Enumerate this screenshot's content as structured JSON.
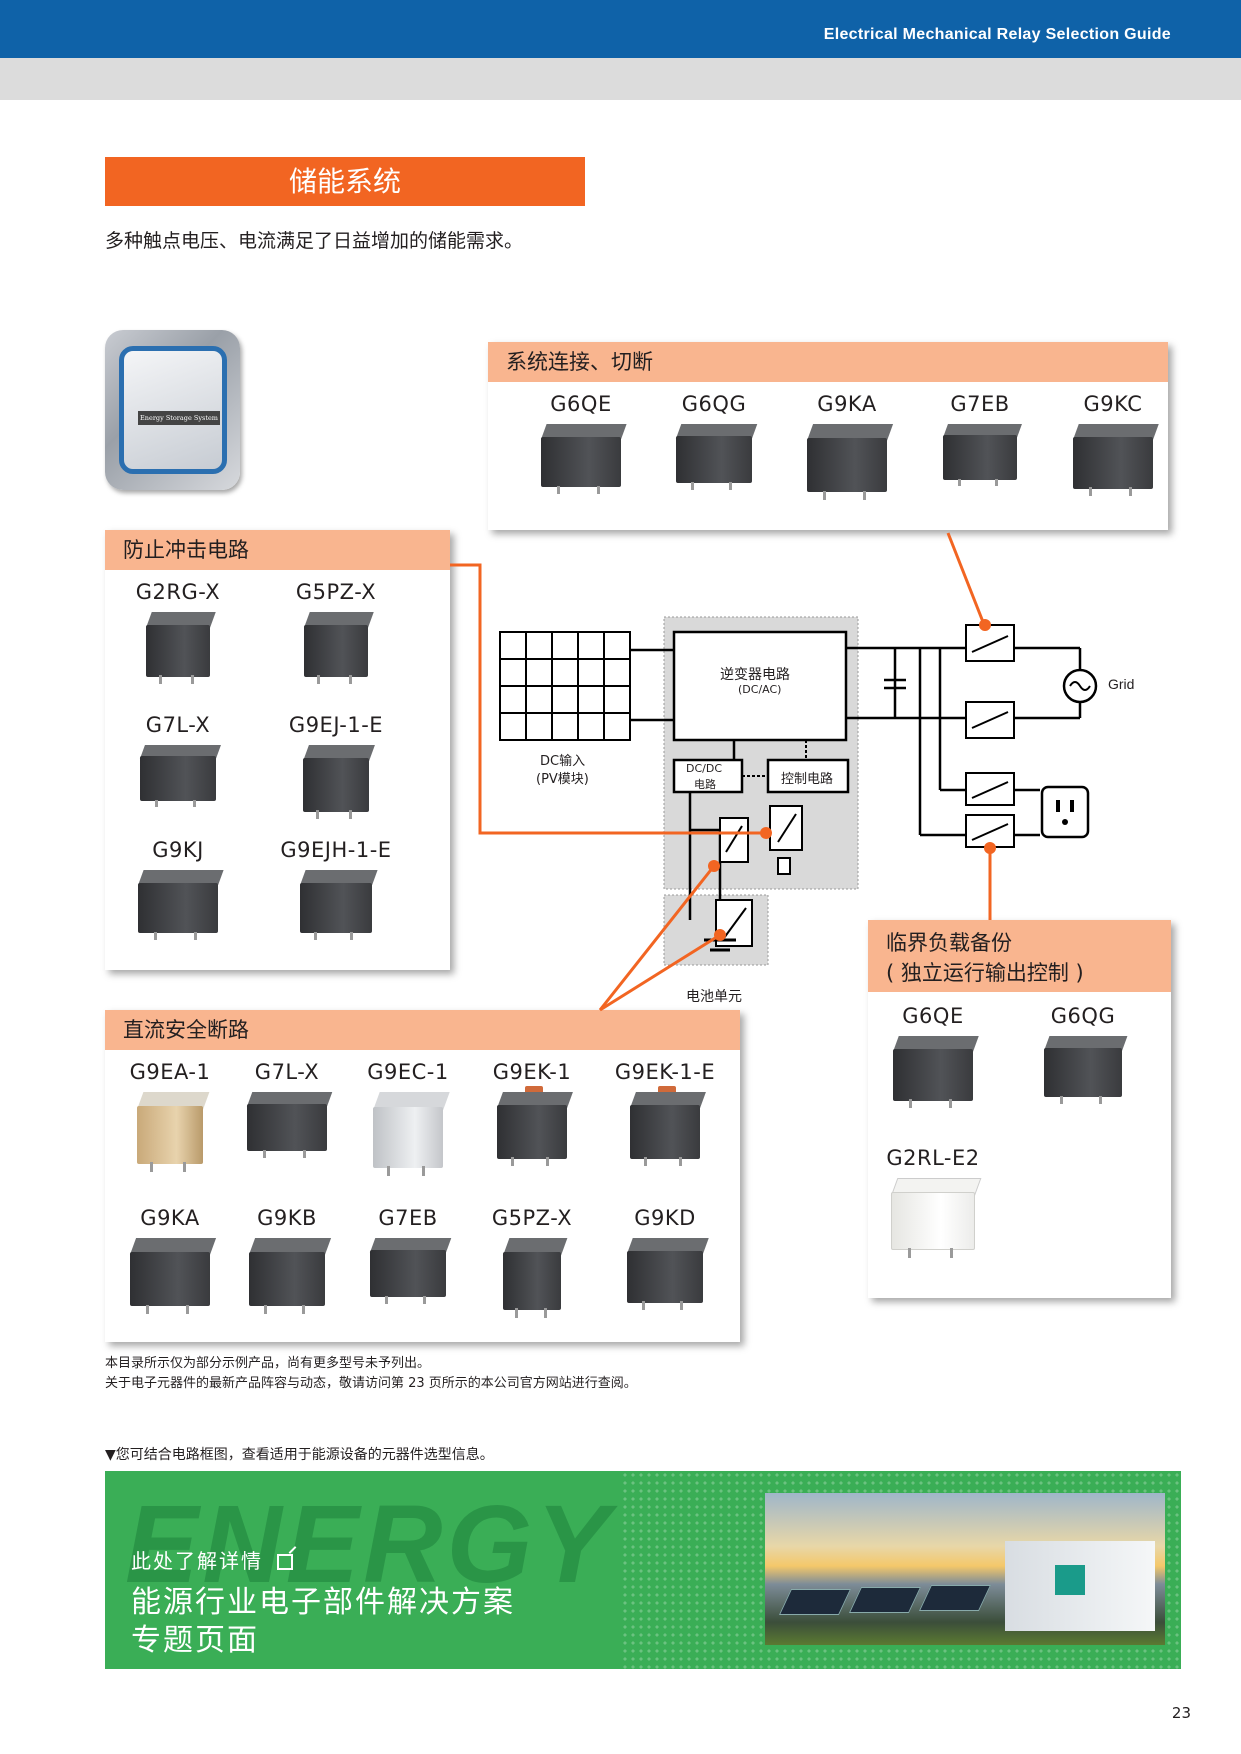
{
  "header": {
    "guide_title": "Electrical Mechanical Relay Selection Guide"
  },
  "section": {
    "title": "储能系统",
    "description": "多种触点电压、电流满足了日益增加的储能需求。"
  },
  "ess_label": "Energy Storage System",
  "cards": {
    "connect": {
      "title": "系统连接、切断",
      "products": [
        "G6QE",
        "G6QG",
        "G9KA",
        "G7EB",
        "G9KC"
      ]
    },
    "inrush": {
      "title": "防止冲击电路",
      "products": [
        "G2RG-X",
        "G5PZ-X",
        "G7L-X",
        "G9EJ-1-E",
        "G9KJ",
        "G9EJH-1-E"
      ]
    },
    "dc_safety": {
      "title": "直流安全断路",
      "products": [
        "G9EA-1",
        "G7L-X",
        "G9EC-1",
        "G9EK-1",
        "G9EK-1-E",
        "G9KA",
        "G9KB",
        "G7EB",
        "G5PZ-X",
        "G9KD"
      ]
    },
    "backup": {
      "title_line1": "临界负载备份",
      "title_line2": "( 独立运行输出控制 )",
      "products": [
        "G6QE",
        "G6QG",
        "G2RL-E2"
      ]
    }
  },
  "diagram": {
    "inverter_line1": "逆变器电路",
    "inverter_line2": "(DC/AC)",
    "dcdc_line1": "DC/DC",
    "dcdc_line2": "电路",
    "control": "控制电路",
    "dc_input_line1": "DC输入",
    "dc_input_line2": "(PV模块)",
    "battery": "电池单元",
    "grid": "Grid"
  },
  "notes": {
    "line1": "本目录所示仅为部分示例产品，尚有更多型号未予列出。",
    "line2": "关于电子元器件的最新产品阵容与动态，敬请访问第 23 页所示的本公司官方网站进行查阅。",
    "pointer": "▼您可结合电路框图，查看适用于能源设备的元器件选型信息。"
  },
  "banner": {
    "watermark": "ENERGY",
    "link_text": "此处了解详情",
    "title_line1": "能源行业电子部件解决方案",
    "title_line2": "专题页面"
  },
  "page_number": "23",
  "colors": {
    "brand_blue": "#0f62a8",
    "accent_orange": "#f26522",
    "card_header": "#f9b58f",
    "banner_green": "#3aae56"
  }
}
